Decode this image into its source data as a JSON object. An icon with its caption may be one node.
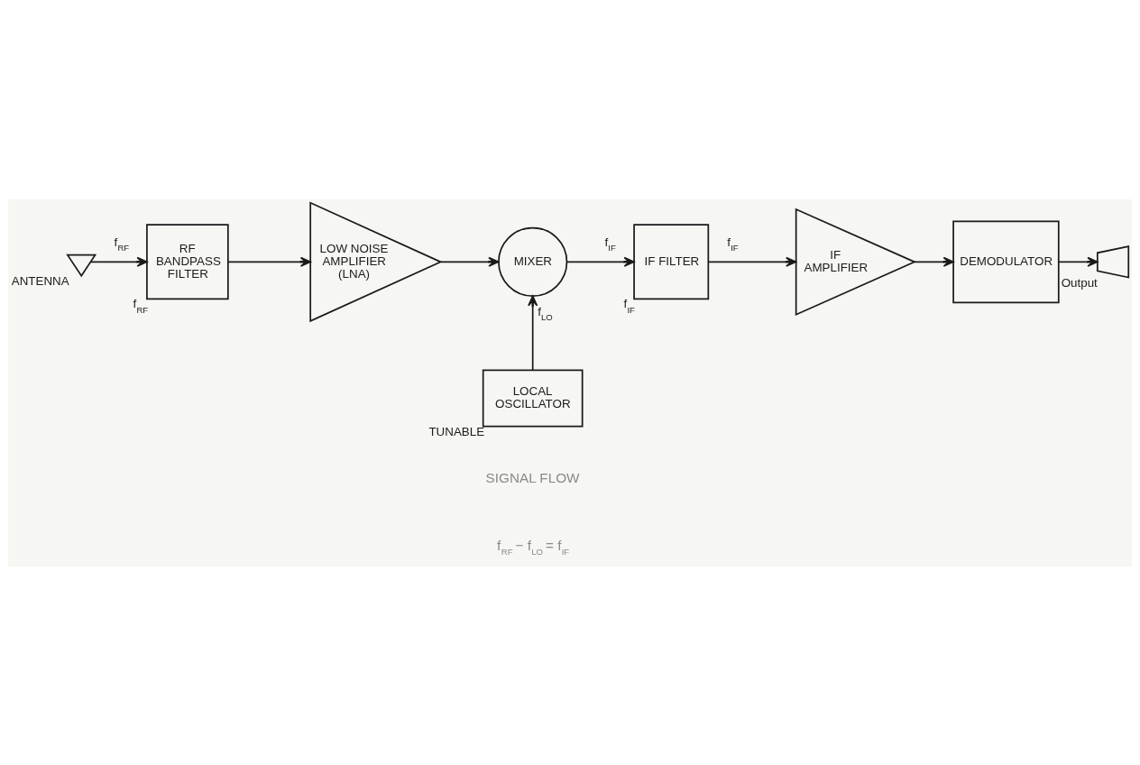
{
  "diagram": {
    "nodes": [
      {
        "text": [
          "ANTENNA"
        ]
      },
      {
        "text": [
          "RF BANDPASS FILTER"
        ],
        "beside": [
          "f$_{RF}$"
        ]
      },
      {
        "text": [
          "LOW NOISE AMPLIFIER (LNA)"
        ]
      },
      {
        "text": [
          "MIXER"
        ]
      },
      {
        "text": [
          "IF FILTER"
        ],
        "beside": [
          "f$_{IF}$"
        ]
      },
      {
        "text": [
          "IF AMPLIFIER"
        ]
      },
      {
        "text": [
          "DEMODULATOR"
        ]
      },
      {
        "text": [
          "Output"
        ]
      },
      {
        "text": [
          "LOCAL OSCILLATOR"
        ],
        "beside": [
          "TUNABLE"
        ]
      }
    ],
    "edges": [
      {
        "from": 0,
        "to": 1,
        "arrow": "to",
        "label": "f$_{RF}$"
      },
      {
        "from": 1,
        "to": 2,
        "arrow": "to"
      },
      {
        "from": 2,
        "to": 3,
        "arrow": "to"
      },
      {
        "from": 3,
        "to": 4,
        "arrow": "to",
        "label": "f$_{IF}$"
      },
      {
        "from": 4,
        "to": 5,
        "arrow": "to",
        "label": "f$_{IF}$"
      },
      {
        "from": 5,
        "to": 6,
        "arrow": "to"
      },
      {
        "from": 6,
        "to": 7,
        "arrow": "to"
      },
      {
        "from": 8,
        "to": 3,
        "arrow": "to",
        "label": "f$_{LO}$"
      }
    ],
    "labels": [
      "SIGNAL FLOW",
      "f$_{RF}$ − f$_{LO}$ = f$_{IF}$"
    ]
  }
}
